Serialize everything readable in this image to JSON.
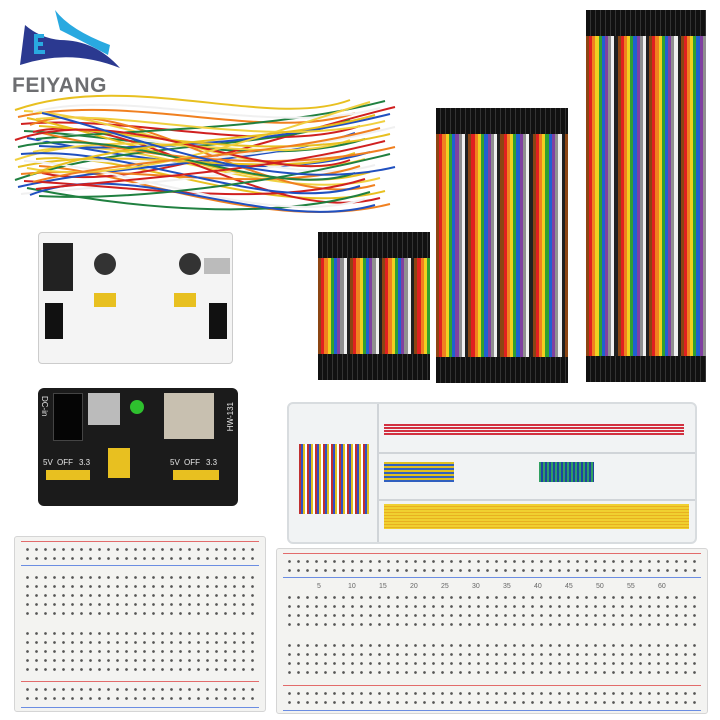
{
  "brand": {
    "name": "FEIYANG",
    "colors": {
      "dark_blue": "#2b3990",
      "light_blue": "#29a9e0",
      "gray": "#6d6e71"
    }
  },
  "power_module_black": {
    "model": "HW-131",
    "input_label": "DC-in",
    "left_jumper": [
      "5V",
      "OFF",
      "3.3"
    ],
    "right_jumper": [
      "5V",
      "OFF",
      "3.3"
    ]
  },
  "breadboard_column_numbers": [
    "5",
    "10",
    "15",
    "20",
    "25",
    "30",
    "35",
    "40",
    "45",
    "50",
    "55",
    "60"
  ],
  "ribbon_colors": [
    "#8b4513",
    "#e02020",
    "#f08020",
    "#f0d020",
    "#30a030",
    "#2060d0",
    "#8040a0",
    "#909090",
    "#f0f0f0",
    "#202020"
  ]
}
